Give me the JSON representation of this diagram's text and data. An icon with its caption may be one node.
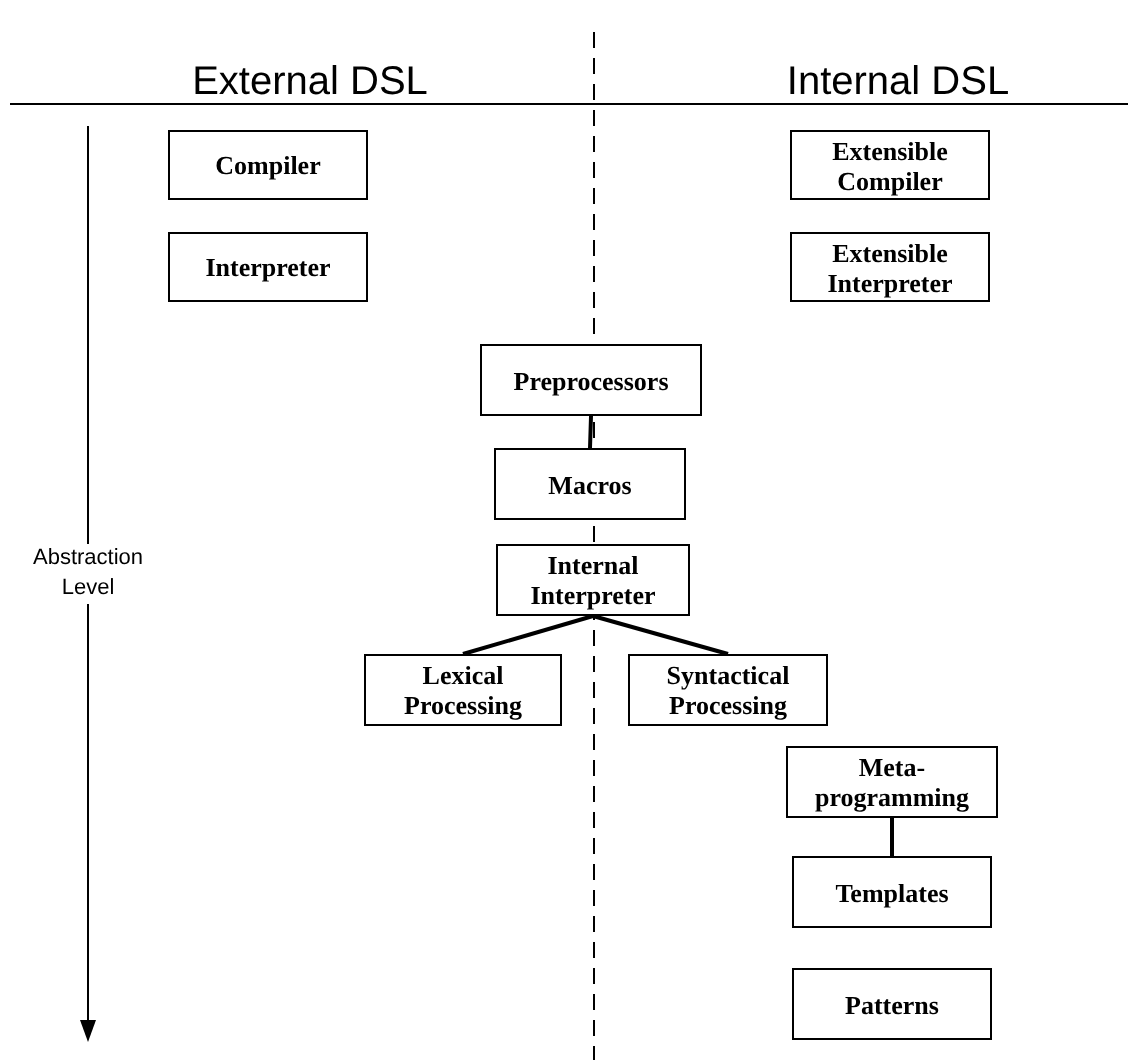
{
  "diagram": {
    "nodes": [
      {
        "text": [
          "Compiler"
        ]
      },
      {
        "text": [
          "Interpreter"
        ]
      },
      {
        "text": [
          "Extensible Compiler"
        ]
      },
      {
        "text": [
          "Extensible Interpreter"
        ]
      },
      {
        "text": [
          "Preprocessors"
        ]
      },
      {
        "text": [
          "Macros"
        ]
      },
      {
        "text": [
          "Internal Interpreter"
        ]
      },
      {
        "text": [
          "Lexical Processing"
        ]
      },
      {
        "text": [
          "Syntactical Processing"
        ]
      },
      {
        "text": [
          "Meta- programming"
        ]
      },
      {
        "text": [
          "Templates"
        ]
      },
      {
        "text": [
          "Patterns"
        ]
      }
    ],
    "edges": [
      {
        "from": 4,
        "to": 5,
        "arrow": "none"
      },
      {
        "from": 6,
        "to": 7,
        "arrow": "none"
      },
      {
        "from": 6,
        "to": 8,
        "arrow": "none"
      },
      {
        "from": 9,
        "to": 10,
        "arrow": "none"
      }
    ],
    "labels": [
      "External DSL",
      "Internal DSL",
      "Abstraction Level"
    ]
  }
}
